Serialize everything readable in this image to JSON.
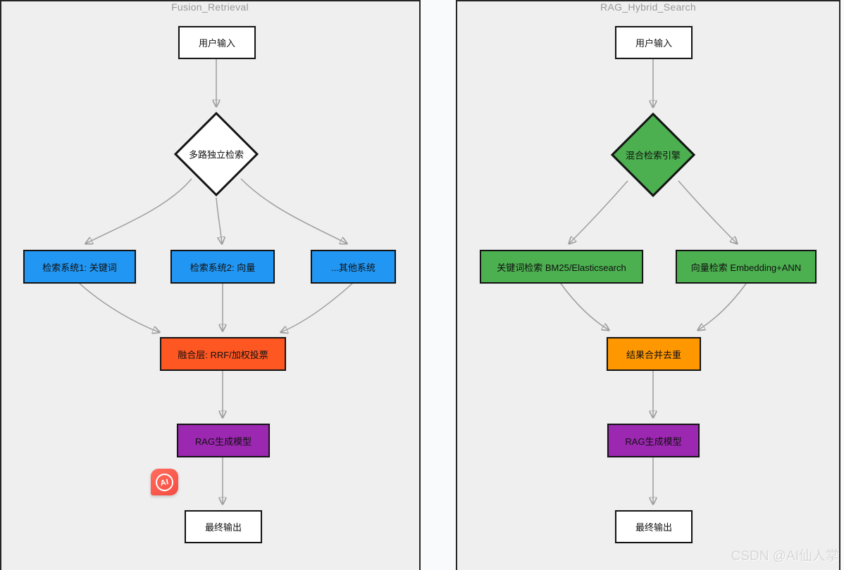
{
  "left_panel": {
    "title": "Fusion_Retrieval",
    "nodes": {
      "input": "用户输入",
      "router": "多路独立检索",
      "sys1": "检索系统1: 关键词",
      "sys2": "检索系统2: 向量",
      "sys3": "...其他系统",
      "fusion": "融合层: RRF/加权投票",
      "rag": "RAG生成模型",
      "output": "最终输出"
    }
  },
  "right_panel": {
    "title": "RAG_Hybrid_Search",
    "nodes": {
      "input": "用户输入",
      "engine": "混合检索引擎",
      "keyword": "关键词检索 BM25/Elasticsearch",
      "vector": "向量检索 Embedding+ANN",
      "merge": "结果合并去重",
      "rag": "RAG生成模型",
      "output": "最终输出"
    }
  },
  "badge": {
    "label": "AI"
  },
  "watermark": "CSDN @AI仙人掌",
  "colors": {
    "panel_background": "#efefef",
    "page_background": "#f9fafb",
    "node_border": "#141414",
    "blue": "#2196f3",
    "green": "#4caf50",
    "deep_orange": "#ff5722",
    "orange": "#ff9800",
    "purple": "#9c27b0",
    "edge": "#9e9e9e",
    "title_gray": "#999999",
    "badge_red": "#f64b42"
  }
}
